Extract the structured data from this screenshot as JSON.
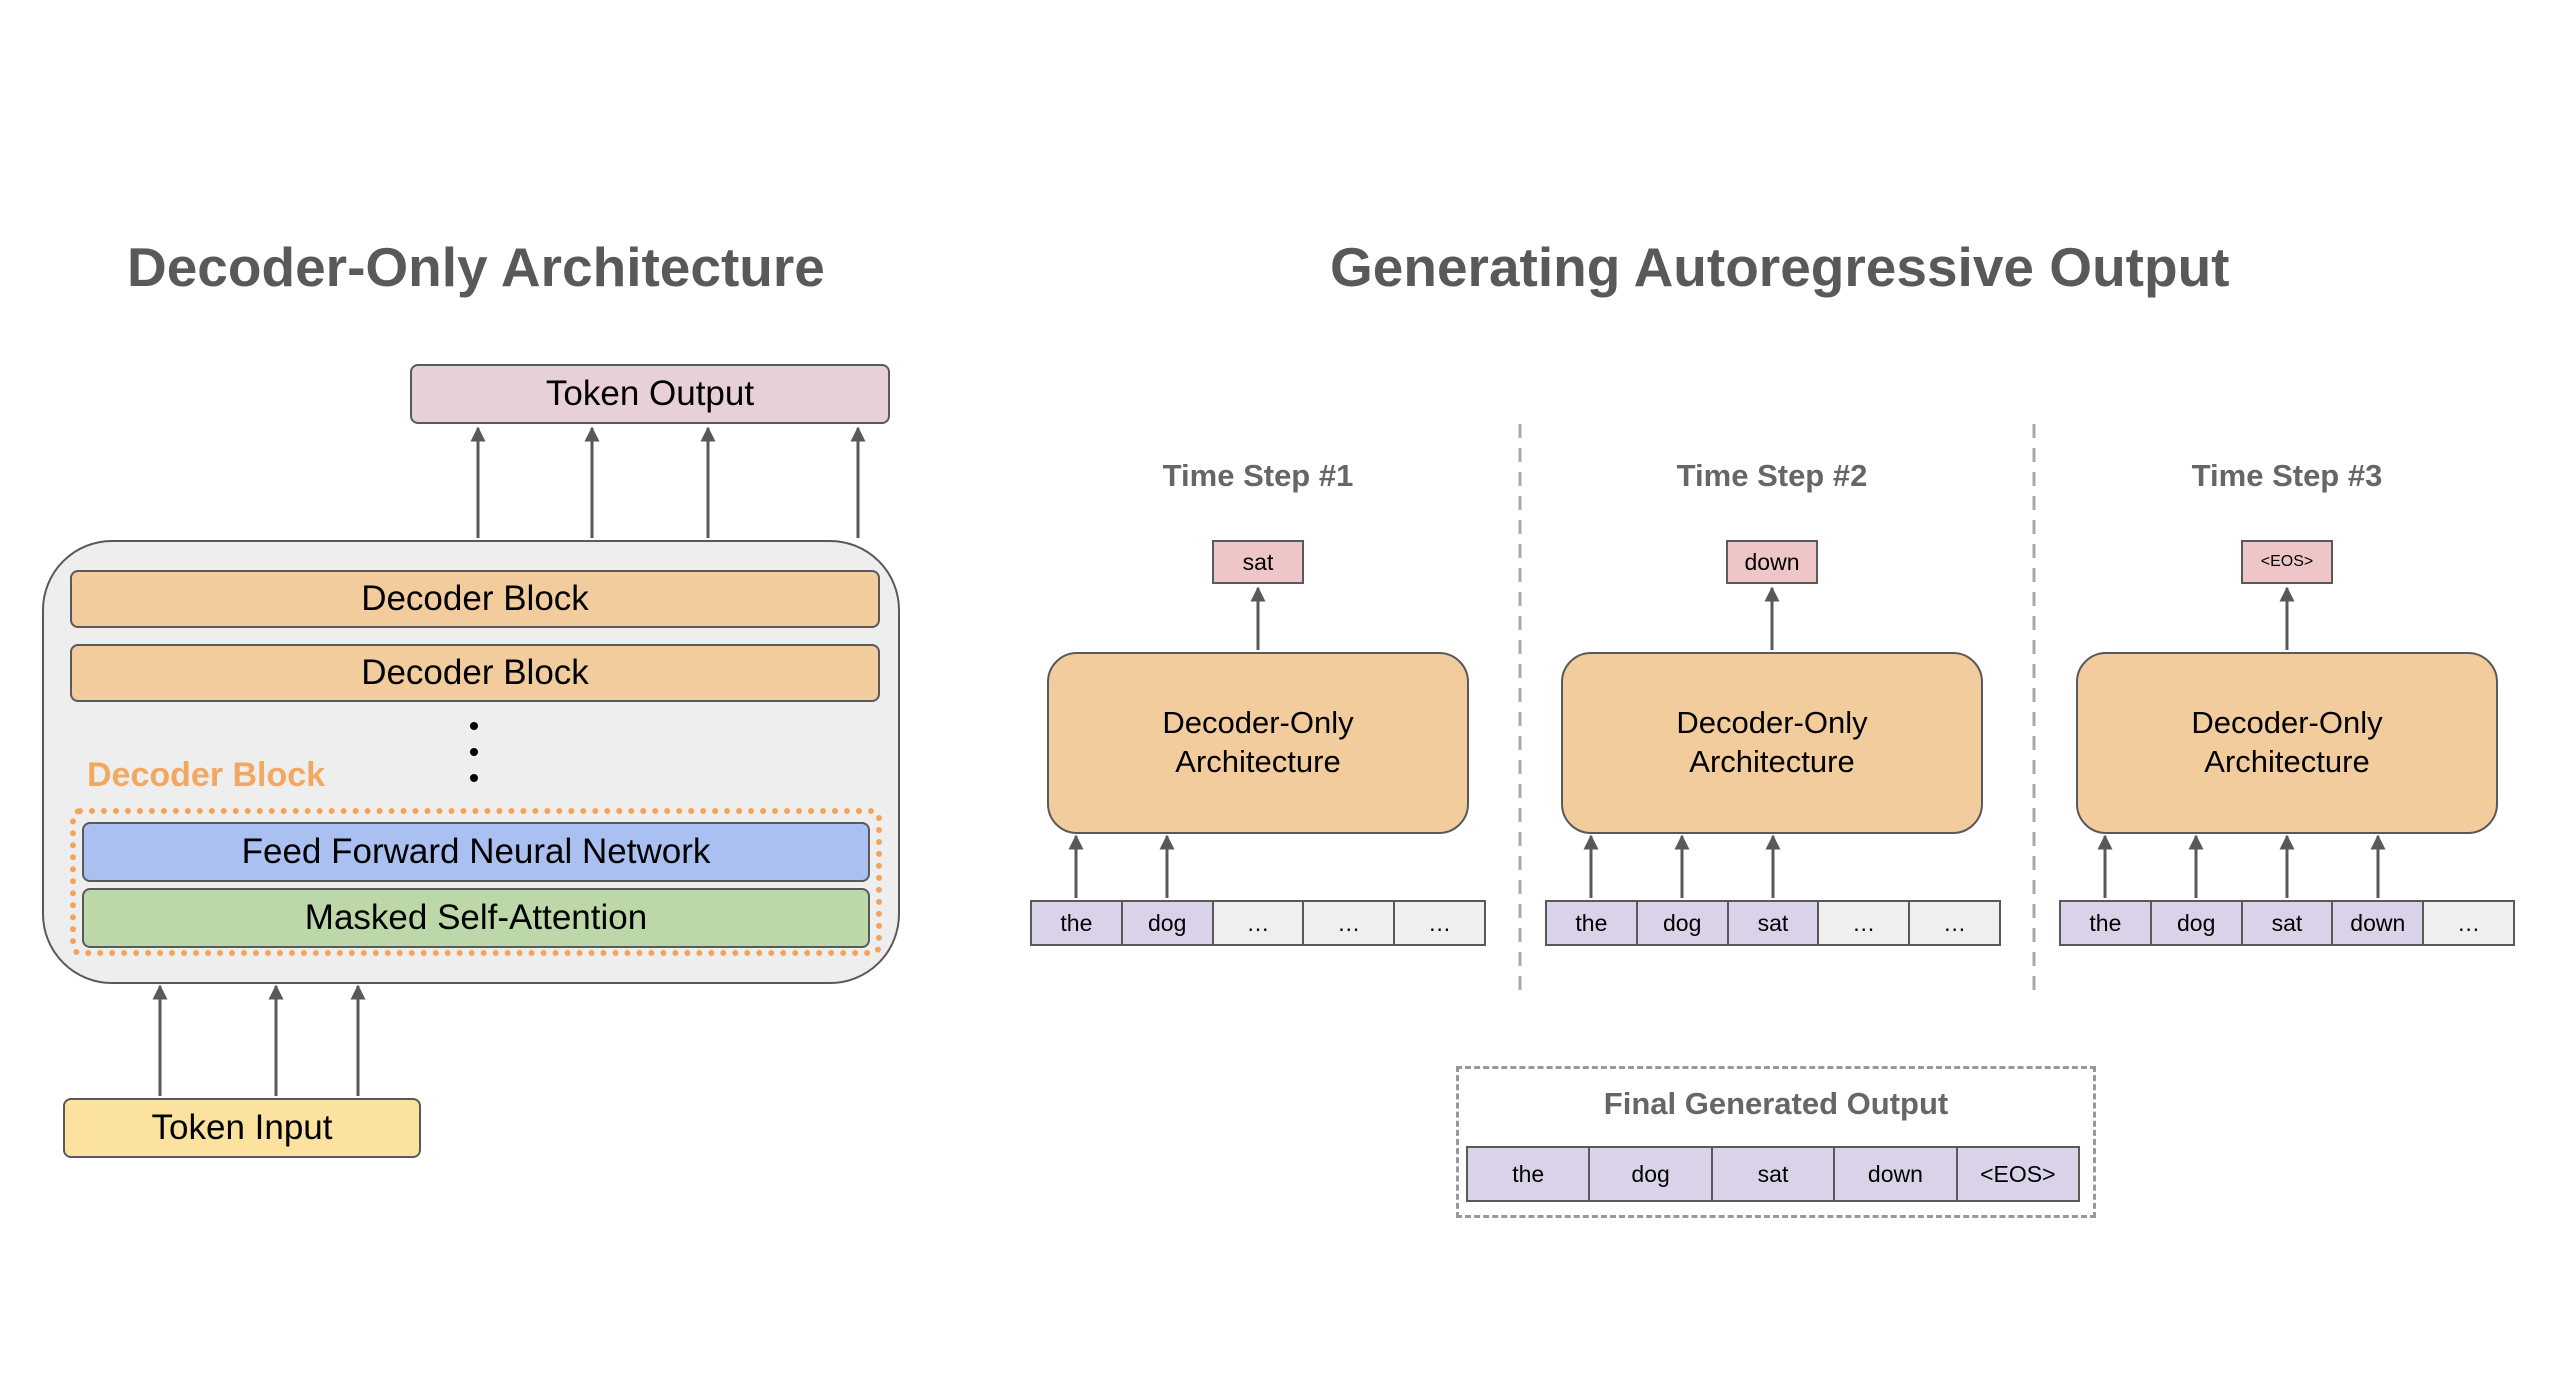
{
  "left": {
    "title": "Decoder-Only Architecture",
    "token_output": "Token Output",
    "decoder_block_1": "Decoder Block",
    "decoder_block_2": "Decoder Block",
    "dots": "⋮",
    "decoder_block_label": "Decoder Block",
    "feed_forward": "Feed Forward Neural Network",
    "masked_attention": "Masked Self-Attention",
    "token_input": "Token Input"
  },
  "right": {
    "title": "Generating Autoregressive Output",
    "steps": [
      {
        "title": "Time Step #1",
        "output": "sat",
        "arch": "Decoder-Only\nArchitecture",
        "tokens": [
          "the",
          "dog",
          "…",
          "…",
          "…"
        ]
      },
      {
        "title": "Time Step #2",
        "output": "down",
        "arch": "Decoder-Only\nArchitecture",
        "tokens": [
          "the",
          "dog",
          "sat",
          "…",
          "…"
        ]
      },
      {
        "title": "Time Step #3",
        "output": "<EOS>",
        "arch": "Decoder-Only\nArchitecture",
        "tokens": [
          "the",
          "dog",
          "sat",
          "down",
          "…"
        ]
      }
    ],
    "final": {
      "title": "Final Generated Output",
      "tokens": [
        "the",
        "dog",
        "sat",
        "down",
        "<EOS>"
      ]
    }
  },
  "colors": {
    "decoder": "#f2cc9c",
    "feed_forward": "#a9c0f0",
    "masked_attention": "#bcd8a8",
    "token_input": "#fbe39f",
    "token_output": "#e7d0da",
    "output_token": "#efc6c8",
    "filled_token": "#d9d2e9",
    "empty_token": "#efefef",
    "dotted_frame": "#f3a45b",
    "arrow": "#595959"
  }
}
